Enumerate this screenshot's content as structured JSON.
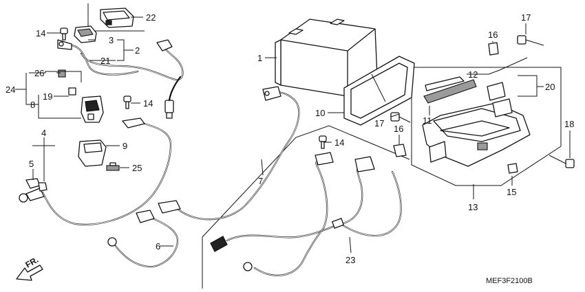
{
  "diagram": {
    "callouts": {
      "c1": "1",
      "c2": "2",
      "c3": "3",
      "c4": "4",
      "c5": "5",
      "c6": "6",
      "c7": "7",
      "c8": "8",
      "c9": "9",
      "c10": "10",
      "c11": "11",
      "c12": "12",
      "c13": "13",
      "c14a": "14",
      "c14b": "14",
      "c14c": "14",
      "c15": "15",
      "c16a": "16",
      "c16b": "16",
      "c17a": "17",
      "c17b": "17",
      "c18": "18",
      "c19": "19",
      "c20": "20",
      "c21": "21",
      "c22": "22",
      "c23": "23",
      "c24": "24",
      "c25": "25",
      "c26": "26"
    },
    "direction_label": "FR.",
    "diagram_code": "MEF3F2100B"
  }
}
